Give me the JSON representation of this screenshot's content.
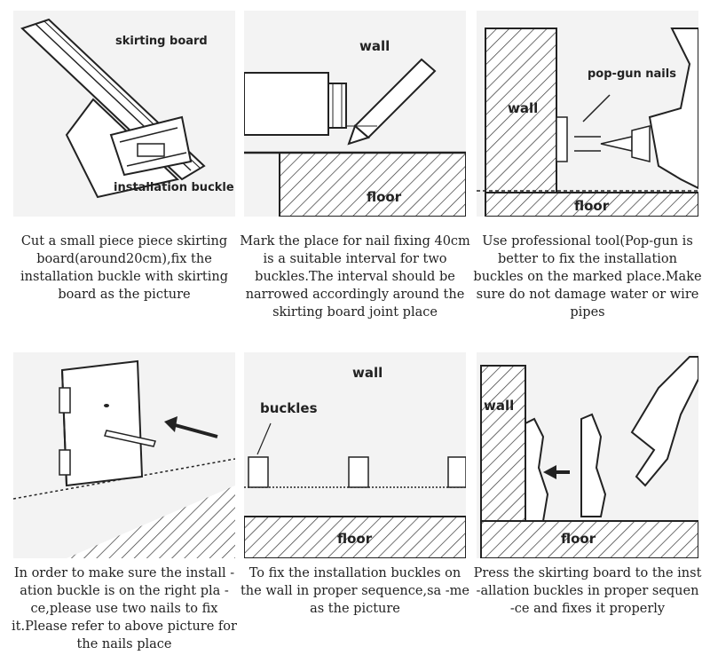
{
  "panels": [
    {
      "labels": {
        "skirting": "skirting board",
        "buckle": "installation buckle"
      },
      "caption": "Cut a small piece piece skirting board(around20cm),fix the installation buckle with skirting board as the picture"
    },
    {
      "labels": {
        "wall": "wall",
        "floor": "floor"
      },
      "caption": "Mark the place for nail fixing 40cm is a suitable interval for two buckles.The interval should be narrowed accordingly around the skirting board joint place"
    },
    {
      "labels": {
        "nails": "pop-gun nails",
        "wall": "wall",
        "floor": "floor"
      },
      "caption": "Use professional tool(Pop-gun is better to fix the installation buckles on the marked place.Make sure do not damage water or wire pipes"
    },
    {
      "labels": {},
      "caption": "In order to make sure the install -ation buckle is on the right pla -ce,please use two nails to fix it.Please refer to above picture for the nails place"
    },
    {
      "labels": {
        "wall": "wall",
        "buckles": "buckles",
        "floor": "floor"
      },
      "caption": "To fix the installation buckles on the wall in proper sequence,sa -me as the picture"
    },
    {
      "labels": {
        "wall": "wall",
        "floor": "floor"
      },
      "caption": "Press the skirting board to the inst -allation buckles in proper sequen -ce and fixes it properly"
    }
  ]
}
